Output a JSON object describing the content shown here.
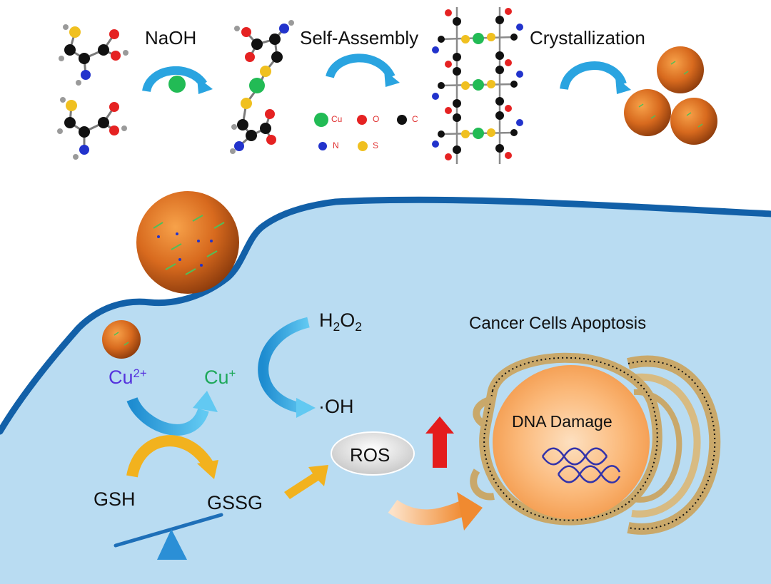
{
  "steps": {
    "step1": "NaOH",
    "step2": "Self-Assembly",
    "step3": "Crystallization"
  },
  "legend": {
    "cu": "Cu",
    "o": "O",
    "c": "C",
    "n": "N",
    "s": "S"
  },
  "cell": {
    "h2o2": {
      "main": "H",
      "sub1": "2",
      "mid": "O",
      "sub2": "2"
    },
    "oh_radical": "·OH",
    "cu2": {
      "main": "Cu",
      "sup": "2+"
    },
    "cu1": {
      "main": "Cu",
      "sup": "+"
    },
    "gsh": "GSH",
    "gssg": "GSSG",
    "ros": "ROS",
    "apoptosis": "Cancer Cells Apoptosis",
    "dna_damage": "DNA Damage"
  },
  "colors": {
    "cell_fill": "#b9dcf2",
    "cell_membrane": "#1260a8",
    "copper": "#e2893a",
    "cu_dot": "#22bb55",
    "o_dot": "#e52222",
    "c_dot": "#111111",
    "n_dot": "#2233cc",
    "s_dot": "#f0c020",
    "cu2_text": "#5533dd",
    "cu1_text": "#1ea85a",
    "arrow_blue": "#3aaee0",
    "arrow_yellow": "#f2b21e",
    "arrow_red": "#e41c1c",
    "nucleus": "#f6a85e",
    "mito": "#c9a86a"
  }
}
